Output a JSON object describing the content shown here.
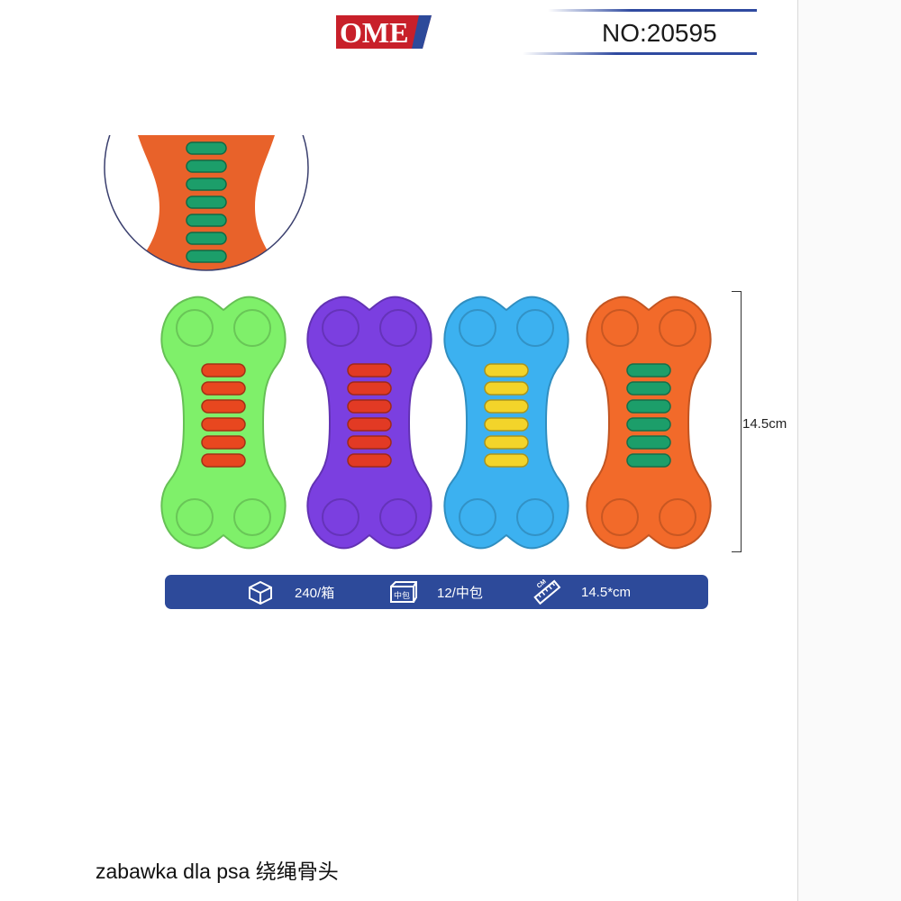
{
  "header": {
    "brand": "OME",
    "model_number": "NO:20595"
  },
  "colors": {
    "brand_red": "#c8202a",
    "brand_blue": "#2d4a9a",
    "bar_blue": "#2d4a9a"
  },
  "products": {
    "height_label": "14.5cm",
    "items": [
      {
        "body_color": "#7ff06a",
        "rope_color": "#e8471f"
      },
      {
        "body_color": "#7b3fe0",
        "rope_color": "#e23a24"
      },
      {
        "body_color": "#3cb1f0",
        "rope_color": "#f3d42a"
      },
      {
        "body_color": "#f26a2a",
        "rope_color": "#1c9e6a"
      }
    ],
    "zoom_detail": {
      "body_color": "#e8622a",
      "rope_color": "#1c9e6a"
    }
  },
  "info_bar": {
    "carton": {
      "icon": "box-icon",
      "text": "240/箱"
    },
    "inner_pack": {
      "icon": "inner-pack-icon",
      "icon_text": "中包",
      "text": "12/中包"
    },
    "size": {
      "icon": "ruler-icon",
      "icon_text": "CM",
      "text": "14.5*cm"
    }
  },
  "caption": "zabawka dla psa 绕绳骨头"
}
